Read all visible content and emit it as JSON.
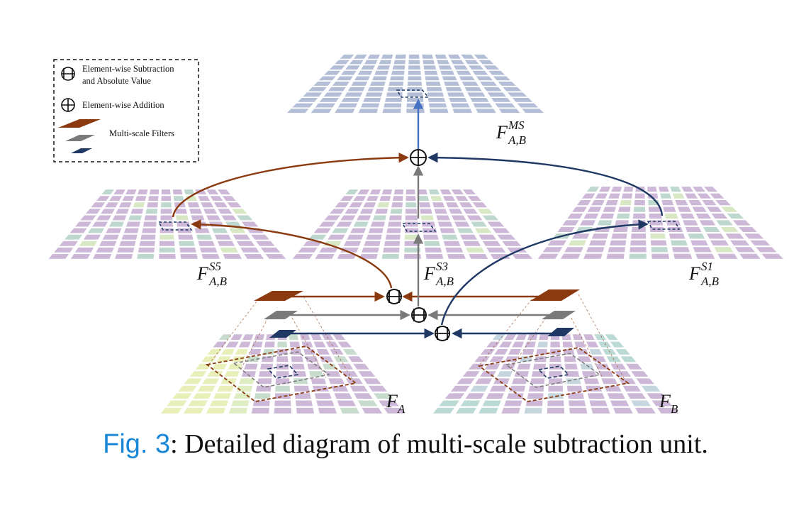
{
  "legend": {
    "subtraction_line1": "Element-wise Subtraction",
    "subtraction_line2": "and Absolute Value",
    "addition": "Element-wise Addition",
    "filters": "Multi-scale Filters"
  },
  "labels": {
    "fms": {
      "base": "F",
      "sup": "MS",
      "sub": "A,B"
    },
    "fs5": {
      "base": "F",
      "sup": "S5",
      "sub": "A,B"
    },
    "fs3": {
      "base": "F",
      "sup": "S3",
      "sub": "A,B"
    },
    "fs1": {
      "base": "F",
      "sup": "S1",
      "sub": "A,B"
    },
    "fa": {
      "base": "F",
      "sub": "A"
    },
    "fb": {
      "base": "F",
      "sub": "B"
    }
  },
  "caption": {
    "fig": "Fig. 3",
    "text": ": Detailed diagram of multi-scale subtraction unit."
  },
  "colors": {
    "brown": "#8b3a0f",
    "gray": "#7a7a7a",
    "navy": "#1f3864",
    "blue": "#4472c4",
    "grid_top": "#b4bed6",
    "grid_mid": "#cdb8d8",
    "grid_bottom": "#cdb8d8"
  }
}
